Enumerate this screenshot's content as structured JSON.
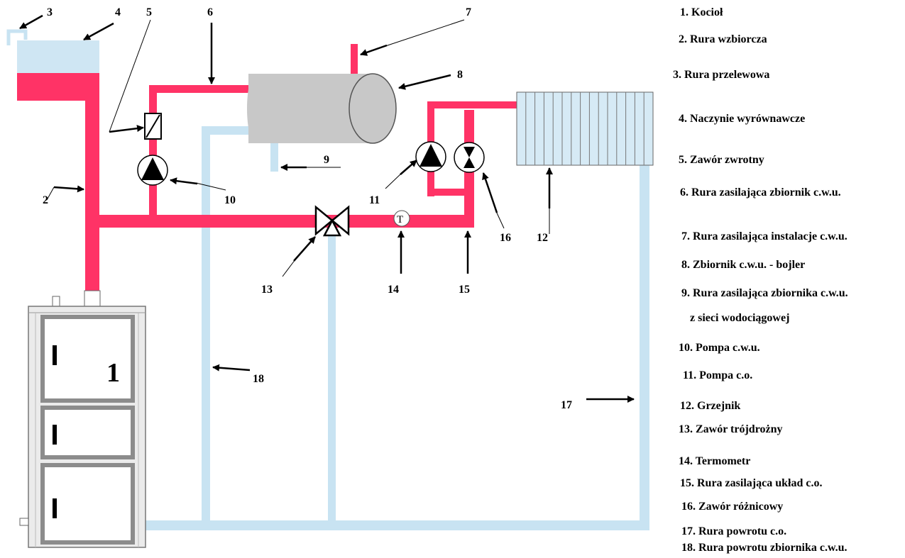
{
  "colors": {
    "supply_pipe": "#ff3366",
    "return_pipe": "#c8e3f2",
    "tank": "#c8c8c8",
    "boiler_body": "#ebebeb",
    "boiler_panel": "#8c8c8c"
  },
  "boiler_label": "1",
  "callouts": {
    "n2": "2",
    "n3": "3",
    "n4": "4",
    "n5": "5",
    "n6": "6",
    "n7": "7",
    "n8": "8",
    "n9": "9",
    "n10": "10",
    "n11": "11",
    "n12": "12",
    "n13": "13",
    "n14": "14",
    "n15": "15",
    "n16": "16",
    "n17": "17",
    "n18": "18"
  },
  "thermometer_symbol": "T",
  "legend": [
    "1. Kocioł",
    "2. Rura wzbiorcza",
    "3. Rura przelewowa",
    "4. Naczynie wyrównawcze",
    "5. Zawór zwrotny",
    "6. Rura zasilająca zbiornik c.w.u.",
    "7. Rura zasilająca instalacje c.w.u.",
    "8. Zbiornik c.w.u. - bojler",
    "9. Rura zasilająca zbiornika c.w.u.",
    "z sieci wodociągowej",
    "10. Pompa c.w.u.",
    "11. Pompa c.o.",
    "12. Grzejnik",
    "13. Zawór trójdrożny",
    "14. Termometr",
    "15. Rura zasilająca układ c.o.",
    "16. Zawór różnicowy",
    "17. Rura powrotu c.o.",
    "18. Rura powrotu zbiornika c.w.u."
  ]
}
